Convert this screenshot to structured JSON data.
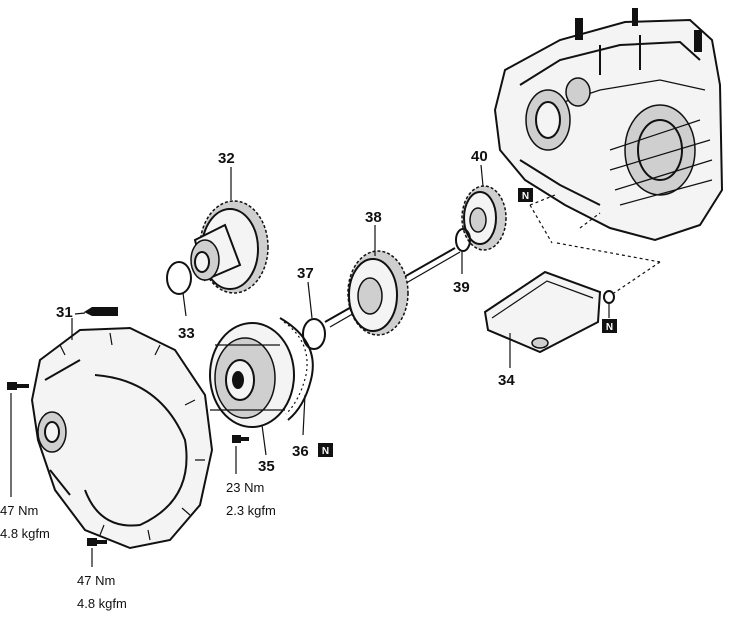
{
  "parts": [
    {
      "id": "31",
      "label": "31"
    },
    {
      "id": "32",
      "label": "32"
    },
    {
      "id": "33",
      "label": "33"
    },
    {
      "id": "34",
      "label": "34"
    },
    {
      "id": "35",
      "label": "35"
    },
    {
      "id": "36",
      "label": "36"
    },
    {
      "id": "37",
      "label": "37"
    },
    {
      "id": "38",
      "label": "38"
    },
    {
      "id": "39",
      "label": "39"
    },
    {
      "id": "40",
      "label": "40"
    }
  ],
  "torque_specs": [
    {
      "nm": "47 Nm",
      "kgfm": "4.8 kgfm"
    },
    {
      "nm": "23 Nm",
      "kgfm": "2.3 kgfm"
    },
    {
      "nm": "47 Nm",
      "kgfm": "4.8 kgfm"
    }
  ],
  "badges": [
    {
      "text": "N"
    },
    {
      "text": "N"
    },
    {
      "text": "N"
    }
  ],
  "colors": {
    "ink": "#111111",
    "badge_bg": "#111111",
    "badge_text": "#ffffff"
  }
}
